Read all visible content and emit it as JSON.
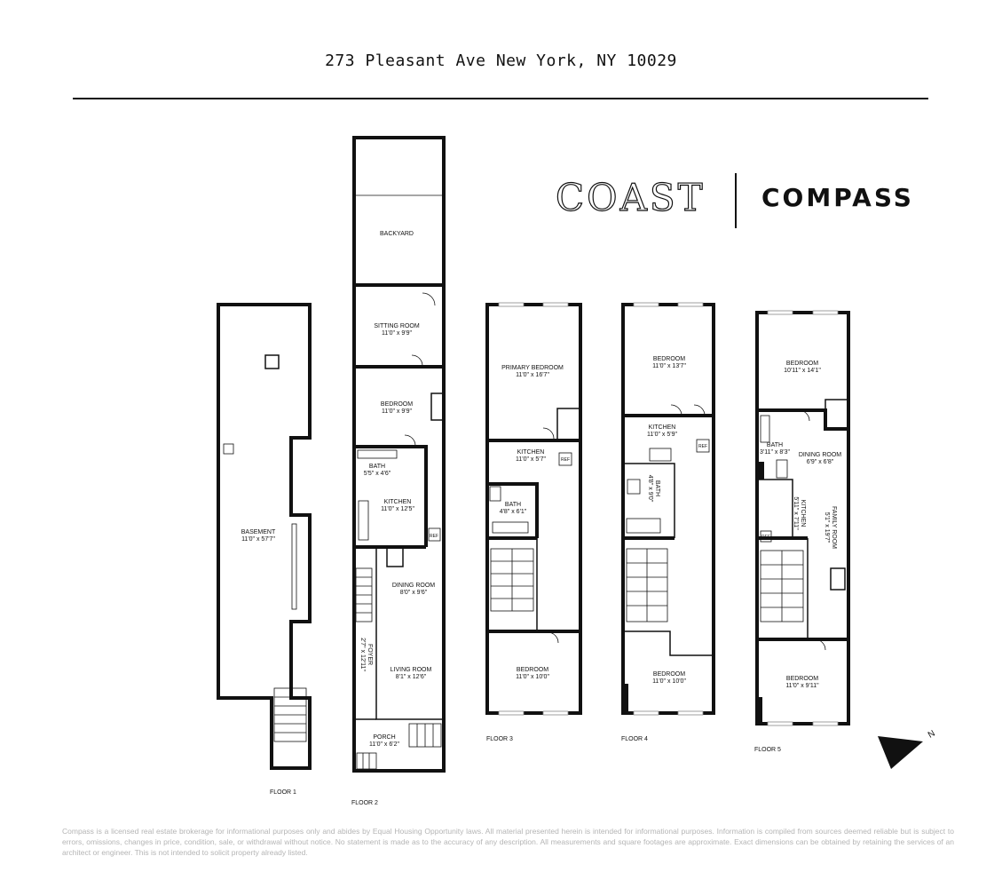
{
  "address": "273 Pleasant Ave New York, NY 10029",
  "logos": {
    "coast": "COAST",
    "compass": "COMPASS"
  },
  "floors": {
    "floor1": {
      "label": "FLOOR 1",
      "rooms": [
        {
          "name": "BASEMENT",
          "dims": "11'0\" x 57'7\""
        }
      ]
    },
    "floor2": {
      "label": "FLOOR 2",
      "rooms": [
        {
          "name": "BACKYARD",
          "dims": ""
        },
        {
          "name": "SITTING ROOM",
          "dims": "11'0\" x 9'9\""
        },
        {
          "name": "BEDROOM",
          "dims": "11'0\" x 9'9\""
        },
        {
          "name": "BATH",
          "dims": "5'5\" x 4'6\""
        },
        {
          "name": "KITCHEN",
          "dims": "11'0\" x 12'5\""
        },
        {
          "name": "DINING ROOM",
          "dims": "8'0\" x 9'6\""
        },
        {
          "name": "FOYER",
          "dims": "2'7\" x 12'11\""
        },
        {
          "name": "LIVING ROOM",
          "dims": "8'1\" x 12'6\""
        },
        {
          "name": "PORCH",
          "dims": "11'0\" x 6'2\""
        }
      ],
      "ref": "REF"
    },
    "floor3": {
      "label": "FLOOR 3",
      "rooms": [
        {
          "name": "PRIMARY BEDROOM",
          "dims": "11'0\" x 16'7\""
        },
        {
          "name": "KITCHEN",
          "dims": "11'0\" x 5'7\""
        },
        {
          "name": "BATH",
          "dims": "4'8\" x 6'1\""
        },
        {
          "name": "BEDROOM",
          "dims": "11'0\" x 10'0\""
        }
      ],
      "ref": "REF"
    },
    "floor4": {
      "label": "FLOOR 4",
      "rooms": [
        {
          "name": "BEDROOM",
          "dims": "11'0\" x 13'7\""
        },
        {
          "name": "KITCHEN",
          "dims": "11'0\" x 5'9\""
        },
        {
          "name": "BATH",
          "dims": "4'8\" x 9'0\""
        },
        {
          "name": "BEDROOM",
          "dims": "11'0\" x 10'0\""
        }
      ],
      "ref": "REF"
    },
    "floor5": {
      "label": "FLOOR 5",
      "rooms": [
        {
          "name": "BEDROOM",
          "dims": "10'11\" x 14'1\""
        },
        {
          "name": "BATH",
          "dims": "3'11\" x 8'3\""
        },
        {
          "name": "DINING ROOM",
          "dims": "6'9\" x 6'8\""
        },
        {
          "name": "KITCHEN",
          "dims": "5'11\" x 7'11\""
        },
        {
          "name": "FAMILY ROOM",
          "dims": "5'1\" x 19'7\""
        },
        {
          "name": "BEDROOM",
          "dims": "11'0\" x 9'11\""
        }
      ],
      "ref": "REF"
    }
  },
  "north_label": "N",
  "disclaimer": "Compass is a licensed real estate brokerage for informational purposes only and abides by Equal Housing Opportunity laws. All material presented herein is intended for informational purposes. Information is compiled from sources deemed reliable but is subject to errors, omissions, changes in price, condition, sale, or withdrawal without notice. No statement is made as to the accuracy of any description. All measurements and square footages are approximate. Exact dimensions can be obtained by retaining the services of an architect or engineer. This is not intended to solicit property already listed."
}
